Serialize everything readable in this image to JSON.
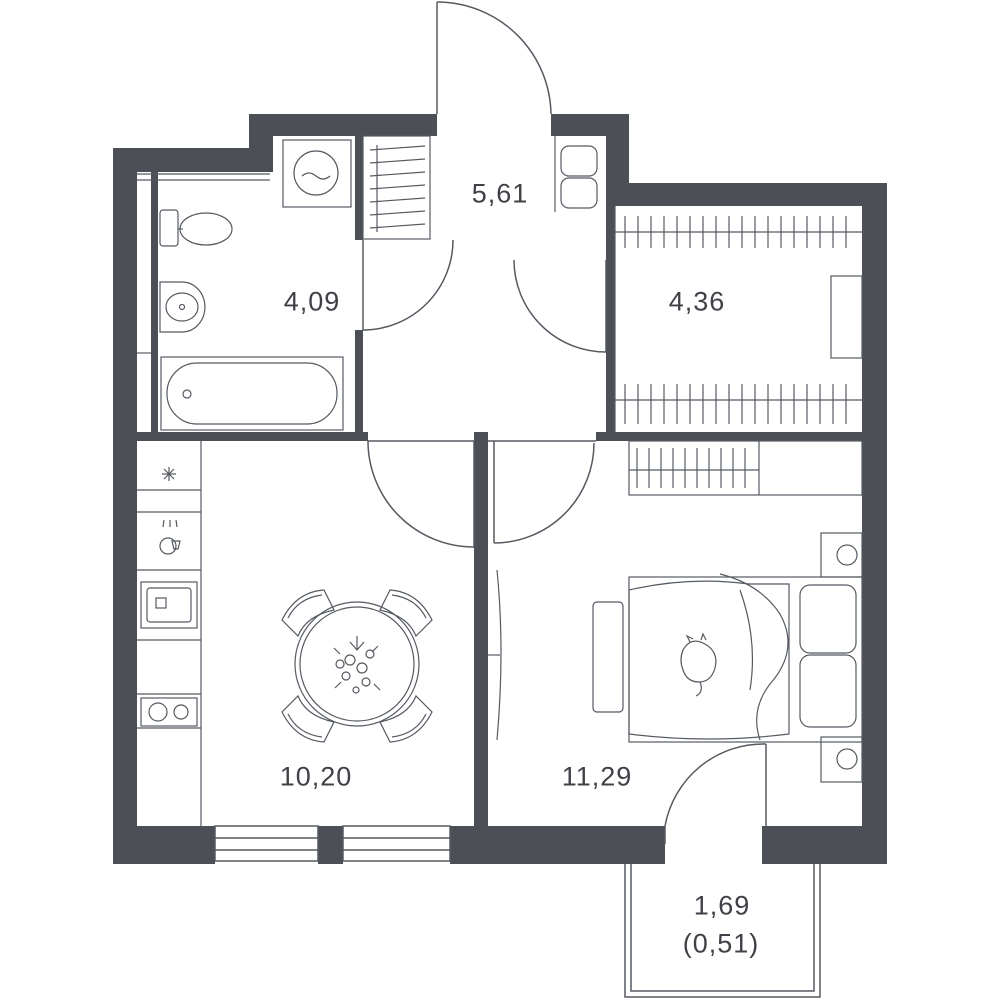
{
  "colors": {
    "wall": "#4c4f55",
    "line": "#555a61",
    "text": "#3f4147",
    "background": "#ffffff"
  },
  "rooms": {
    "hallway": {
      "area": "5,61"
    },
    "bathroom": {
      "area": "4,09"
    },
    "wardrobe": {
      "area": "4,36"
    },
    "kitchen": {
      "area": "10,20"
    },
    "bedroom": {
      "area": "11,29"
    },
    "balcony": {
      "area": "1,69",
      "reduced_area": "(0,51)"
    }
  },
  "icons": [
    "washing-machine-icon",
    "toilet-icon",
    "sink-icon",
    "bathtub-icon",
    "clothes-rail-icon",
    "stove-icon",
    "kitchen-sink-icon",
    "dishwasher-icon",
    "fridge-icon",
    "dining-table-icon",
    "chair-icon",
    "bed-icon",
    "pillow-icon",
    "cat-icon",
    "bench-icon",
    "nightstand-icon",
    "mirror-icon",
    "shoe-cabinet-icon",
    "door-icon",
    "window-icon"
  ]
}
